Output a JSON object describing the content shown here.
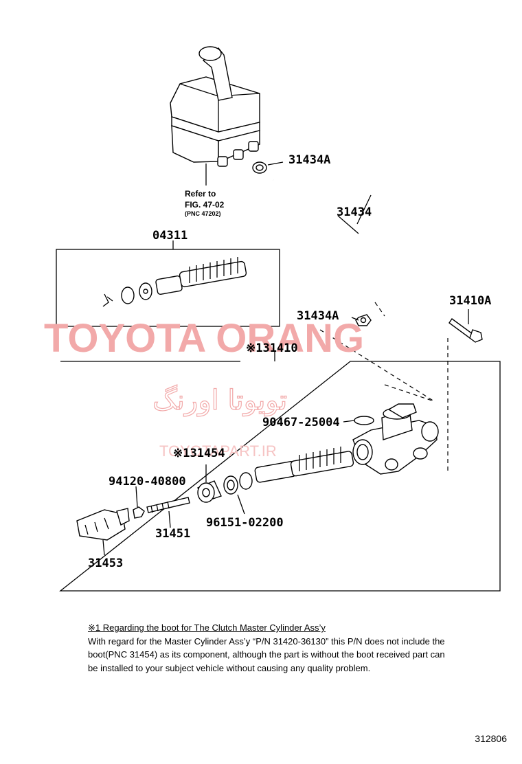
{
  "parts": {
    "reservoir_grommet_upper": "31434A",
    "reservoir_hose": "31434",
    "kit": "04311",
    "hose_clamp_lower": "31434A",
    "bolt": "31410A",
    "master_cylinder": "※131410",
    "clip": "90467-25004",
    "boot": "※131454",
    "nut": "94120-40800",
    "push_rod": "31451",
    "clevis": "31453",
    "snap_ring": "96151-02200"
  },
  "refer": {
    "line1": "Refer to",
    "line2": "FIG. 47-02",
    "line3": "(PNC 47202)"
  },
  "watermark": {
    "brand": "TOYOTA ORANG",
    "persian": "تویوتا اورنگ",
    "site": "TOYOTAPART.IR"
  },
  "footnote": {
    "title": "※1 Regarding the boot for The Clutch Master Cylinder Ass’y",
    "body": "With regard for the Master Cylinder Ass’y “P/N 31420-36130” this P/N does not include the boot(PNC 31454) as its component, although the part is without the boot received part can be installed to your subject vehicle without causing any quality problem."
  },
  "figure_code": "312806"
}
